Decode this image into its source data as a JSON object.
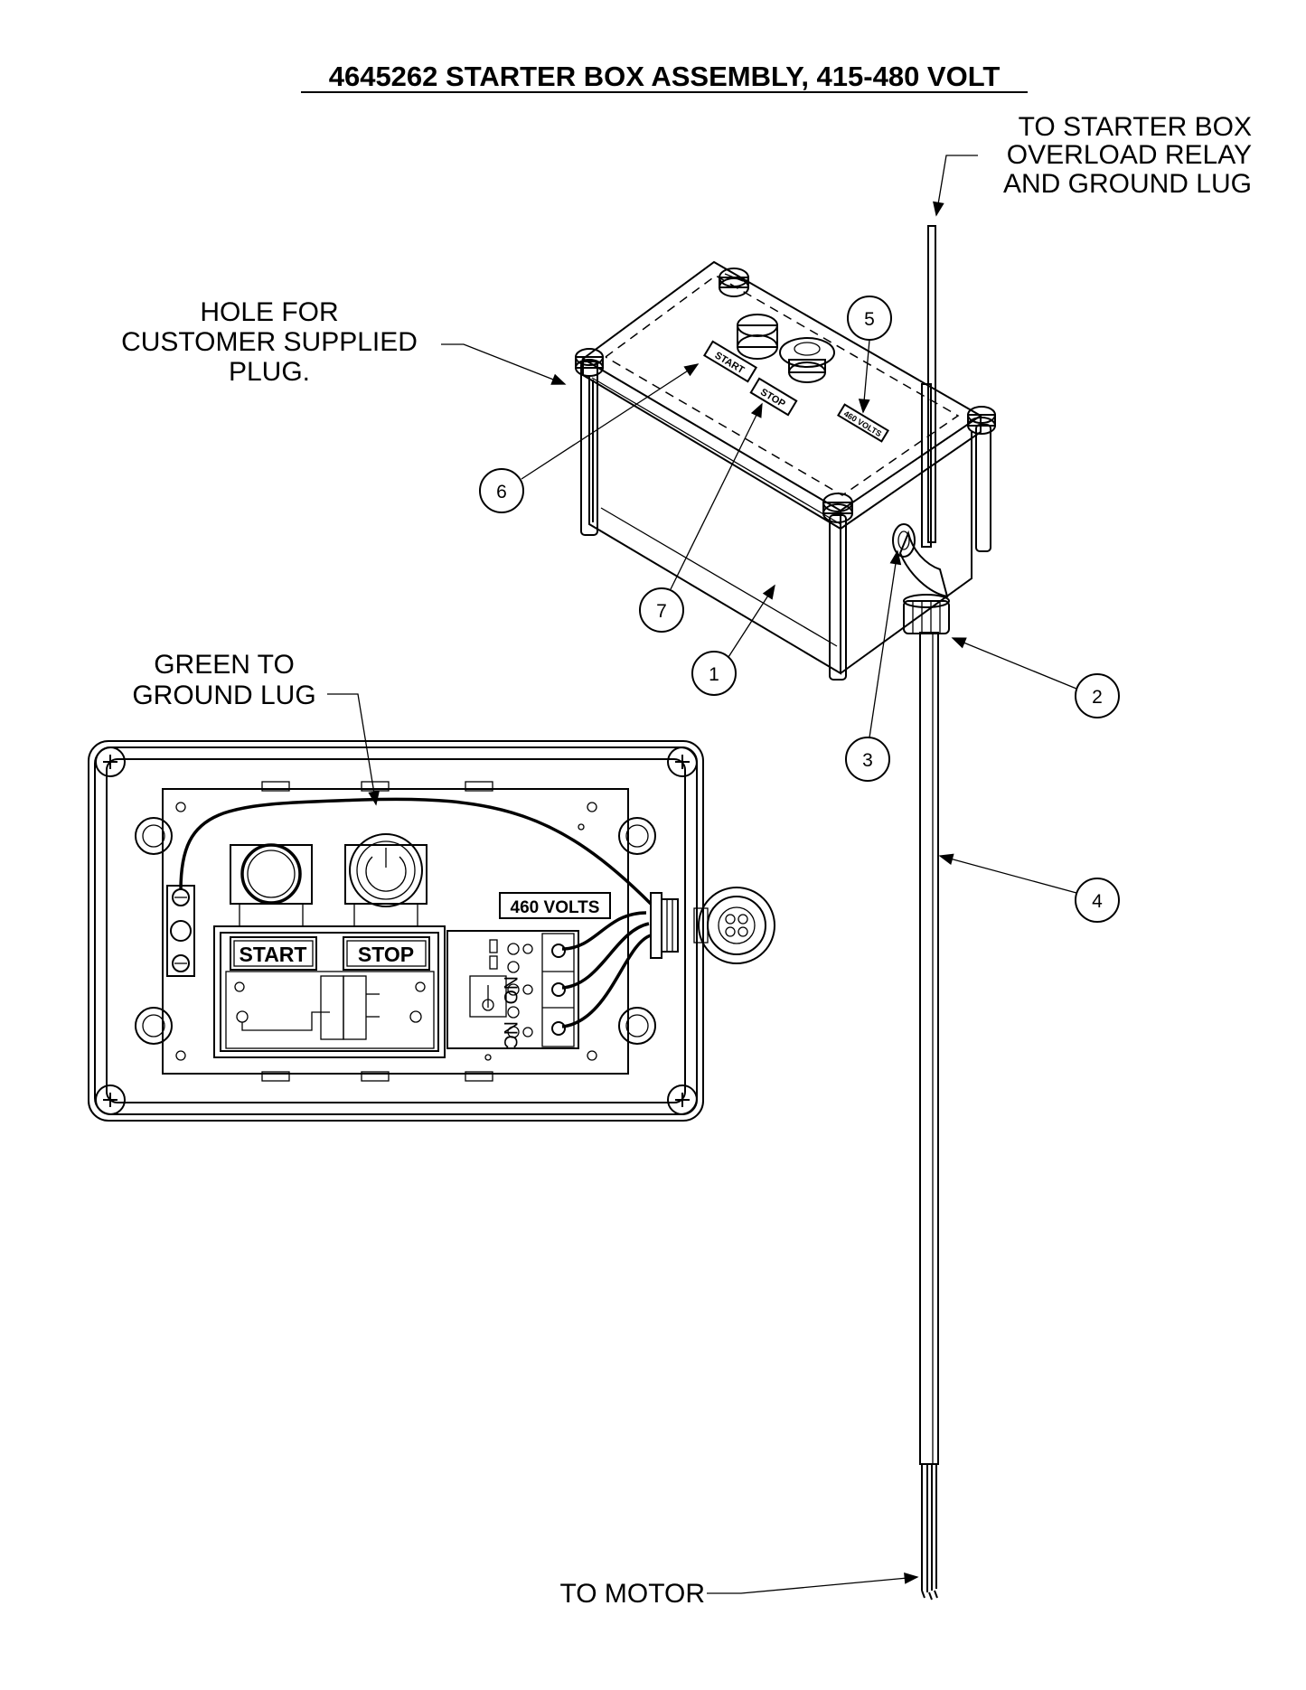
{
  "title": "4645262 STARTER BOX ASSEMBLY, 415-480 VOLT",
  "labels": {
    "to_starter_box": [
      "TO  STARTER BOX",
      "OVERLOAD RELAY",
      "AND GROUND LUG"
    ],
    "hole_for_plug": [
      "HOLE FOR",
      "CUSTOMER SUPPLIED",
      "PLUG."
    ],
    "green_to_ground": [
      "GREEN TO",
      "GROUND LUG"
    ],
    "to_motor": "TO MOTOR"
  },
  "callouts": [
    "1",
    "2",
    "3",
    "4",
    "5",
    "6",
    "7"
  ],
  "plates": {
    "start": "START",
    "stop": "STOP",
    "volts": "460 VOLTS",
    "lid_start": "START",
    "lid_stop": "STOP",
    "lid_volts": "460 VOLTS"
  },
  "relay_marks": [
    "NO",
    "NC"
  ]
}
